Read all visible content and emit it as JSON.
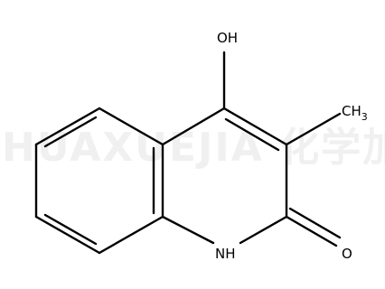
{
  "watermark": {
    "text": "HUAXUEJIA 化学加",
    "color": "#f0f0f0"
  },
  "atoms": {
    "hydroxyl": "OH",
    "methyl_main": "CH",
    "methyl_sub": "3",
    "nitrogen": "NH",
    "carbonyl_oxygen": "O"
  },
  "colors": {
    "bond": "#000000",
    "background": "#ffffff"
  }
}
